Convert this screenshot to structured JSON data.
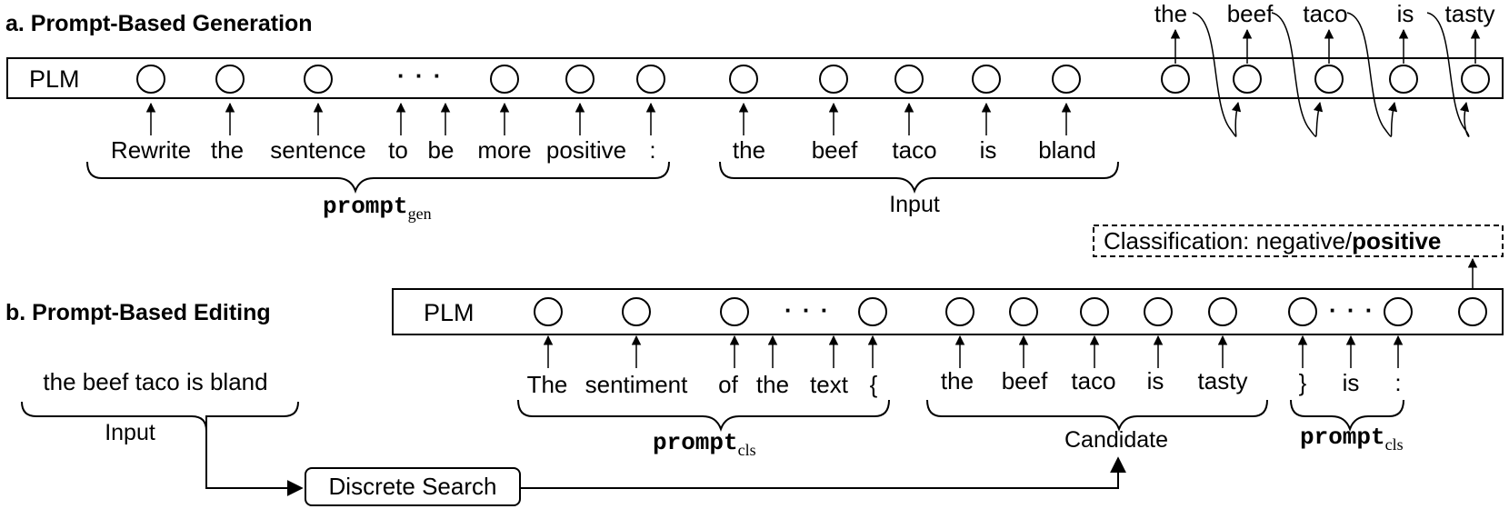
{
  "section_a": {
    "title": "a.  Prompt-Based Generation",
    "plm_label": "PLM",
    "ellipsis": "· · ·",
    "prompt_words": [
      "Rewrite",
      "the",
      "sentence",
      "to",
      "be",
      "more",
      "positive",
      ":"
    ],
    "input_words": [
      "the",
      "beef",
      "taco",
      "is",
      "bland"
    ],
    "output_words": [
      "the",
      "beef",
      "taco",
      "is",
      "tasty"
    ],
    "prompt_brace_label": "prompt",
    "prompt_brace_sub": "gen",
    "input_brace_label": "Input"
  },
  "section_b": {
    "title": "b.  Prompt-Based Editing",
    "plm_label": "PLM",
    "ellipsis": "· · ·",
    "classification_prefix": "Classification: negative/",
    "classification_bold": "positive",
    "input_text": "the beef taco is bland",
    "input_label": "Input",
    "search_label": "Discrete Search",
    "prompt_words": [
      "The",
      "sentiment",
      "of",
      "the",
      "text",
      "{"
    ],
    "candidate_words": [
      "the",
      "beef",
      "taco",
      "is",
      "tasty"
    ],
    "suffix_words": [
      "}",
      "is",
      ":"
    ],
    "prompt_brace_label": "prompt",
    "prompt_brace_sub": "cls",
    "candidate_label": "Candidate",
    "suffix_brace_label": "prompt",
    "suffix_brace_sub": "cls"
  }
}
